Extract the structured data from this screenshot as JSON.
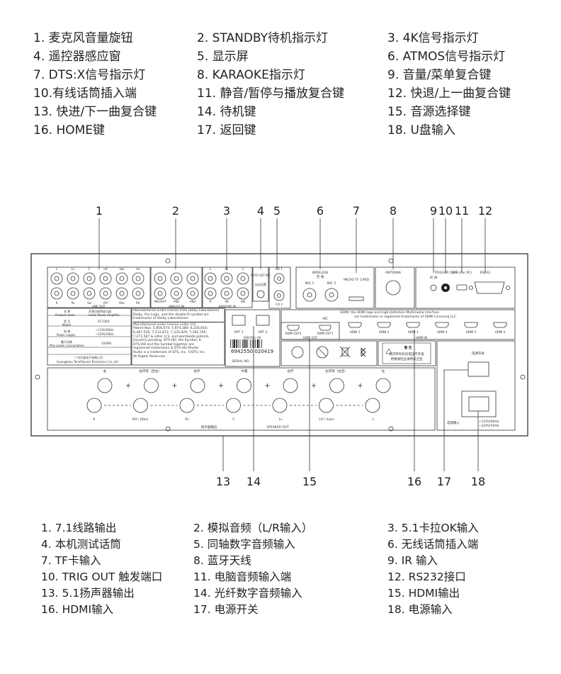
{
  "top_legend": [
    "1. 麦克风音量旋钮",
    "2. STANDBY待机指示灯",
    "3. 4K信号指示灯",
    "4. 遥控器感应窗",
    "5. 显示屏",
    "6. ATMOS信号指示灯",
    "7. DTS:X信号指示灯",
    "8. KARAOKE指示灯",
    "9. 音量/菜单复合键",
    "10.有线话筒插入端",
    "11. 静音/暂停与播放复合键",
    "12. 快退/上一曲复合键",
    "13. 快进/下一曲复合键",
    "14. 待机键",
    "15. 音源选择键",
    "16. HOME键",
    "17. 返回键",
    "18. U盘输入"
  ],
  "bottom_legend": [
    "1. 7.1线路输出",
    "2. 模拟音频（L/R输入）",
    "3. 5.1卡拉OK输入",
    "4. 本机测试话筒",
    "5. 同轴数字音频输入",
    "6. 无线话筒插入端",
    "7. TF卡输入",
    "8. 蓝牙天线",
    "9. IR 输入",
    "10. TRIG OUT 触发端口",
    "11. 电脑音频输入端",
    "12. RS232接口",
    "13. 5.1扬声器输出",
    "14. 光纤数字音频输入",
    "15. HDMI输出",
    "16. HDMI输入",
    "17. 电源开关",
    "18. 电源输入"
  ],
  "callouts_top": [
    "1",
    "2",
    "3",
    "4",
    "5",
    "6",
    "7",
    "8",
    "9",
    "10",
    "11",
    "12"
  ],
  "callouts_bottom": [
    "13",
    "14",
    "15",
    "16",
    "17",
    "18"
  ],
  "panel": {
    "line_out_label": "LINE OUT",
    "line_out_top": [
      "L",
      "Ls",
      "C",
      "Ltf",
      "Lbs",
      "Ltr"
    ],
    "line_out_bottom": [
      "R",
      "Rs",
      "Sw",
      "Rtf",
      "Rbs",
      "Rtr"
    ],
    "analog_in_label": "ANALOG IN",
    "analog_in_jacks": [
      "AN1/SAT",
      "AN2",
      "AN3"
    ],
    "karaoke_in_label": "KARAOKE IN",
    "karaoke_in_jacks": [
      "L",
      "SL",
      "C",
      "R",
      "SR",
      "SW"
    ],
    "auto_setmic": "AUTO SET MIC",
    "auto_setmic_cn": "自动设置",
    "co1": "CO 1",
    "co2": "CO 2",
    "wireless": "WIRELESS",
    "wireless_cn": "无 线",
    "mic1": "MIC 1",
    "mic2": "MIC 2",
    "micro_tf": "MICRO TF CARD",
    "antenna": "ANTENNA",
    "ir_in": "IR IN",
    "trigger_out": "TRIGGER OUT",
    "usb": "USB (For PC)",
    "rs232": "RS232",
    "hdmi_notice_line1": "HDMI, the HDMI logo and High-Definition Multimedia Interface",
    "hdmi_notice_line2": "are trademarks or registered trademarks of HDMI Licensing LLC.",
    "hdmi_out_label": "HDMI OUT",
    "hdmi_out_ports": [
      "HDMI OUT2",
      "HDMI OUT1"
    ],
    "arc": "ARC",
    "hdmi_in_label": "HDMI IN",
    "hdmi_in_ports": [
      "HDMI 1",
      "HDMI 2",
      "HDMI 3",
      "HDMI 4",
      "HDMI 5",
      "HDMI 6"
    ],
    "dolby_text": "Manufactured under license from Dolby Laboratories. Dolby, Pro Logic, and the double-D symbol are trademarks of Dolby Laboratories.",
    "dts_text": [
      "Manufactured under license under U.S.",
      "Patent Nos: 5,956,674; 5,974,380; 6,226,616;",
      "6,487,535; 7,212,872; 7,333,929; 7,392,195;",
      "7,272,567 & other U.S. and worldwide patents",
      "issued & pending. DTS-HD, the Symbol, &",
      "DTS-HD and the Symbol together are",
      "registered trademarks & DTS-HD Master",
      "Audio is a trademark of DTS, Inc. ©DTS, Inc.",
      "All Rights Reserved."
    ],
    "spec_rows": [
      {
        "k": "名 称",
        "k2": "Product name",
        "v": "声源功效率放大器",
        "v2": "Audio Power Amplifier"
      },
      {
        "k": "型 号",
        "k2": "Model",
        "v": "AT-2300",
        "v2": ""
      },
      {
        "k": "电 源",
        "k2": "Power supply",
        "v": "~110V/60Hz",
        "v2": "~220V/50Hz"
      },
      {
        "k": "最大功耗",
        "k2": "Max power consumption",
        "v": "1000W",
        "v2": ""
      }
    ],
    "company_cn": "广州天逸电子有限公司",
    "company_en": "Guangzhou TonePlanner Electronics Co.,Ltd",
    "opt1": "OPT 1",
    "opt2": "OPT 2",
    "digital_in": "DIGITAL IN",
    "barcode": "6942550 020419",
    "serial": "SERIAL NO.",
    "warning_title": "警 告",
    "warning_line1": "机内带有危险电压不开盖",
    "warning_line2": "更换保险丝请用安全型",
    "power_switch_label": "电源开关",
    "power_input_label": "电源输入",
    "power_input_spec1": "~110V/60Hz",
    "power_input_spec2": "~220V/50Hz",
    "speaker_top_labels": [
      "右",
      "右环绕（后右）",
      "右环",
      "中置",
      "左环",
      "左环绕（左后）",
      "左"
    ],
    "speaker_bottom_labels": [
      "R",
      "Rtf / (Rbs)",
      "Rs",
      "C",
      "Ls",
      "Ltf / (Lbs)",
      "L"
    ],
    "speaker_out_cn": "扬声器输出",
    "speaker_out": "SPEAKER OUT"
  }
}
